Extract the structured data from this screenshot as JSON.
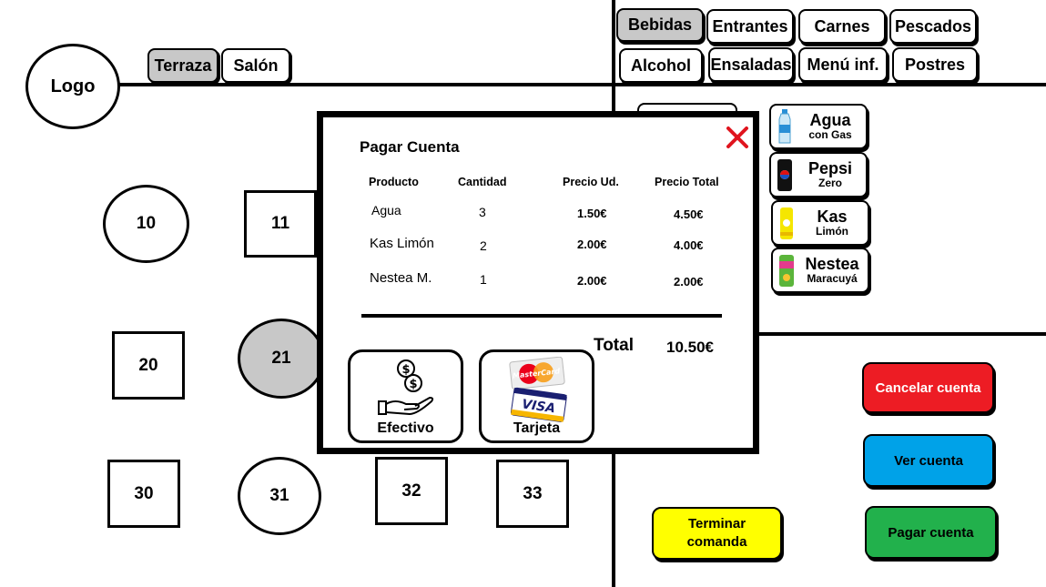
{
  "logo": {
    "label": "Logo"
  },
  "zones": [
    {
      "label": "Terraza",
      "active": true
    },
    {
      "label": "Salón",
      "active": false
    }
  ],
  "tables": [
    {
      "number": "10",
      "shape": "round"
    },
    {
      "number": "11",
      "shape": "square"
    },
    {
      "number": "20",
      "shape": "square"
    },
    {
      "number": "21",
      "shape": "round",
      "selected": true
    },
    {
      "number": "30",
      "shape": "square"
    },
    {
      "number": "31",
      "shape": "round"
    },
    {
      "number": "32",
      "shape": "square"
    },
    {
      "number": "33",
      "shape": "square"
    }
  ],
  "categories": [
    {
      "label": "Bebidas",
      "active": true
    },
    {
      "label": "Entrantes"
    },
    {
      "label": "Carnes"
    },
    {
      "label": "Pescados"
    },
    {
      "label": "Alcohol"
    },
    {
      "label": "Ensaladas"
    },
    {
      "label": "Menú inf."
    },
    {
      "label": "Postres"
    }
  ],
  "products": [
    {
      "name": "Agua",
      "sub": "con Gas",
      "icon": "water-bottle-icon"
    },
    {
      "name": "Pepsi",
      "sub": "Zero",
      "icon": "soda-can-icon"
    },
    {
      "name": "Kas",
      "sub": "Limón",
      "icon": "lemon-soda-icon"
    },
    {
      "name": "Nestea",
      "sub": "Maracuyá",
      "icon": "iced-tea-can-icon"
    }
  ],
  "actions": {
    "cancel": {
      "label": "Cancelar cuenta",
      "color": "#ed1c24"
    },
    "view": {
      "label": "Ver cuenta",
      "color": "#00a2e8"
    },
    "finish": {
      "label": "Terminar comanda",
      "color": "#ffff00"
    },
    "pay": {
      "label": "Pagar cuenta",
      "color": "#22b14c"
    }
  },
  "modal": {
    "title": "Pagar Cuenta",
    "close_icon": "close-x-icon",
    "headers": {
      "product": "Producto",
      "qty": "Cantidad",
      "unit": "Precio Ud.",
      "total": "Precio Total"
    },
    "rows": [
      {
        "product": "Agua",
        "qty": "3",
        "unit": "1.50€",
        "total": "4.50€"
      },
      {
        "product": "Kas Limón",
        "qty": "2",
        "unit": "2.00€",
        "total": "4.00€"
      },
      {
        "product": "Nestea M.",
        "qty": "1",
        "unit": "2.00€",
        "total": "2.00€"
      }
    ],
    "total_label": "Total",
    "total_value": "10.50€",
    "payment": {
      "cash": {
        "label": "Efectivo",
        "icon": "cash-hand-icon"
      },
      "card": {
        "label": "Tarjeta",
        "icon": "credit-cards-icon",
        "card1": "MasterCard",
        "card2": "VISA"
      }
    }
  }
}
